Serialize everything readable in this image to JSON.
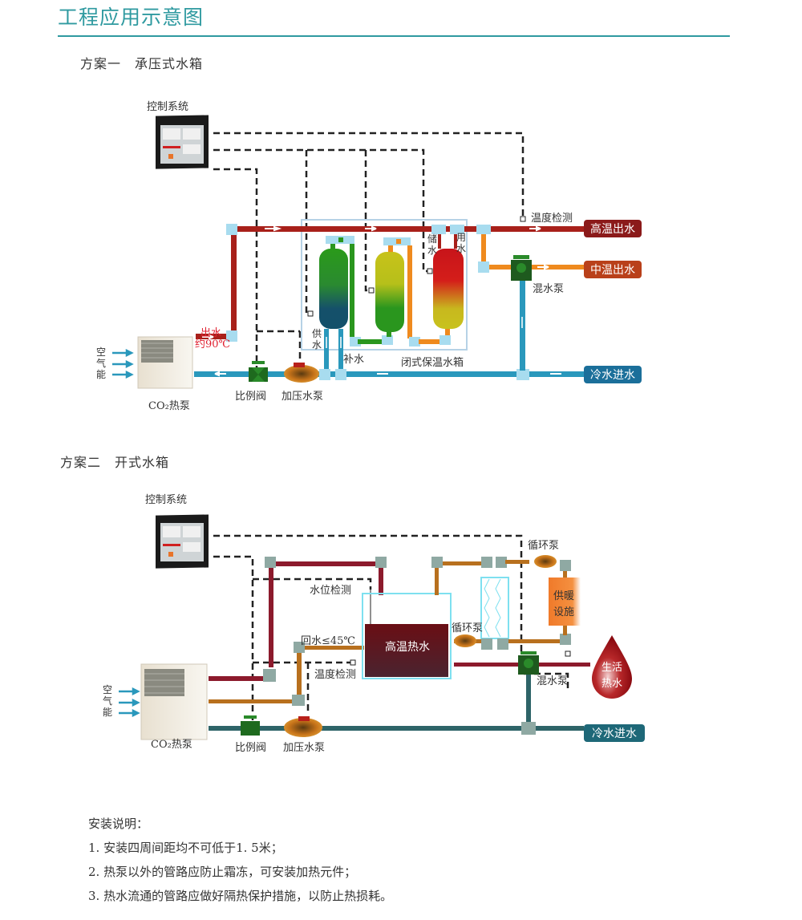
{
  "page": {
    "title": "工程应用示意图"
  },
  "scheme1": {
    "heading": "方案一　承压式水箱",
    "control_label": "控制系统",
    "air_energy_label": [
      "空",
      "气",
      "能"
    ],
    "heat_pump_label": "CO₂热泵",
    "outlet_label": [
      "出水",
      "约90℃"
    ],
    "ratio_valve_label": "比例阀",
    "booster_pump_label": "加压水泵",
    "supply_label": [
      "供",
      "水"
    ],
    "makeup_label": "补水",
    "store_label": [
      "储",
      "水"
    ],
    "use_label": [
      "用",
      "水"
    ],
    "tank_label": "闭式保温水箱",
    "temp_sensor_label": "温度检测",
    "mixing_pump_label": "混水泵",
    "outputs": [
      {
        "label": "高温出水",
        "color": "#8b1a1a"
      },
      {
        "label": "中温出水",
        "color": "#b9401a"
      },
      {
        "label": "冷水进水",
        "color": "#1b6f9a"
      }
    ]
  },
  "scheme2": {
    "heading": "方案二　开式水箱",
    "control_label": "控制系统",
    "air_energy_label": [
      "空",
      "气",
      "能"
    ],
    "heat_pump_label": "CO₂热泵",
    "ratio_valve_label": "比例阀",
    "booster_pump_label": "加压水泵",
    "level_sensor_label": "水位检测",
    "return_label": "回水≤45℃",
    "temp_sensor_label": "温度检测",
    "tank_label": "高温热水",
    "circ_pump_label_1": "循环泵",
    "circ_pump_label_2": "循环泵",
    "heating_label": [
      "供暖",
      "设施"
    ],
    "mixing_pump_label": "混水泵",
    "domestic_label": [
      "生活",
      "热水"
    ],
    "cold_in_label": "冷水进水"
  },
  "notes": {
    "heading": "安装说明：",
    "items": [
      "1. 安装四周间距均不可低于1. 5米；",
      "2. 热泵以外的管路应防止霜冻，可安装加热元件；",
      "3. 热水流通的管路应做好隔热保护措施，以防止热损耗。"
    ]
  },
  "colors": {
    "accent": "#2f9aa0",
    "hot_pipe": "#a8201a",
    "warm_pipe": "#ef8a1e",
    "cold_pipe": "#2a98bc",
    "fitting": "#a8dcef",
    "s2_hot_pipe": "#8c1a2c",
    "s2_return_pipe": "#b8701e",
    "s2_cold_pipe": "#2e6468",
    "s2_fitting": "#8fa9a3"
  }
}
